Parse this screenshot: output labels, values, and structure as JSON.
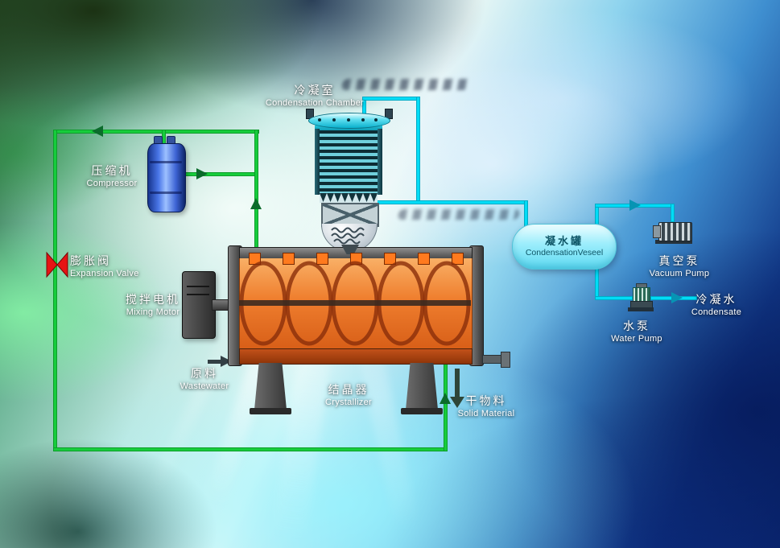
{
  "diagram": {
    "condensation_chamber": {
      "zh": "冷凝室",
      "en": "Condensation Chamber"
    },
    "compressor": {
      "zh": "压缩机",
      "en": "Compressor"
    },
    "expansion_valve": {
      "zh": "膨胀阀",
      "en": "Expansion Valve"
    },
    "mixing_motor": {
      "zh": "搅拌电机",
      "en": "Mixing Motor"
    },
    "wastewater": {
      "zh": "原料",
      "en": "Wastewater"
    },
    "crystallizer": {
      "zh": "结晶器",
      "en": "Crystallizer"
    },
    "solid_material": {
      "zh": "干物料",
      "en": "Solid Material"
    },
    "condensation_vessel": {
      "zh": "凝水罐",
      "en": "CondensationVeseel"
    },
    "vacuum_pump": {
      "zh": "真空泵",
      "en": "Vacuum Pump"
    },
    "water_pump": {
      "zh": "水泵",
      "en": "Water Pump"
    },
    "condensate": {
      "zh": "冷凝水",
      "en": "Condensate"
    }
  },
  "colors": {
    "refrigerant_pipe": "#16cc3c",
    "vapor_pipe": "#00dcf6",
    "expansion_valve": "#e61414",
    "crystallizer_body": "#ef7e2e",
    "compressor_body": "#4a76e8",
    "vessel_fill": "#9feefc",
    "pipe_arrow_green": "#0b6b2b",
    "pipe_arrow_cyan": "#0794b4"
  }
}
